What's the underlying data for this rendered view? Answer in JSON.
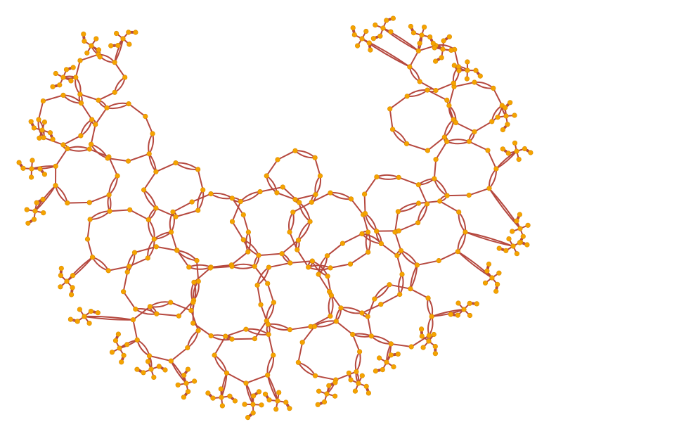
{
  "colors": {
    "background": "#ffffff",
    "edge": "#b5483f",
    "node_fill": "#f5a300",
    "node_stroke": "#d98c00"
  },
  "graph": {
    "layout_kind": "horseshoe-shaped planar network of linked cells",
    "text_labels": [],
    "node_shape": "circle",
    "edge_style": "curved double edges between paired nodes"
  }
}
